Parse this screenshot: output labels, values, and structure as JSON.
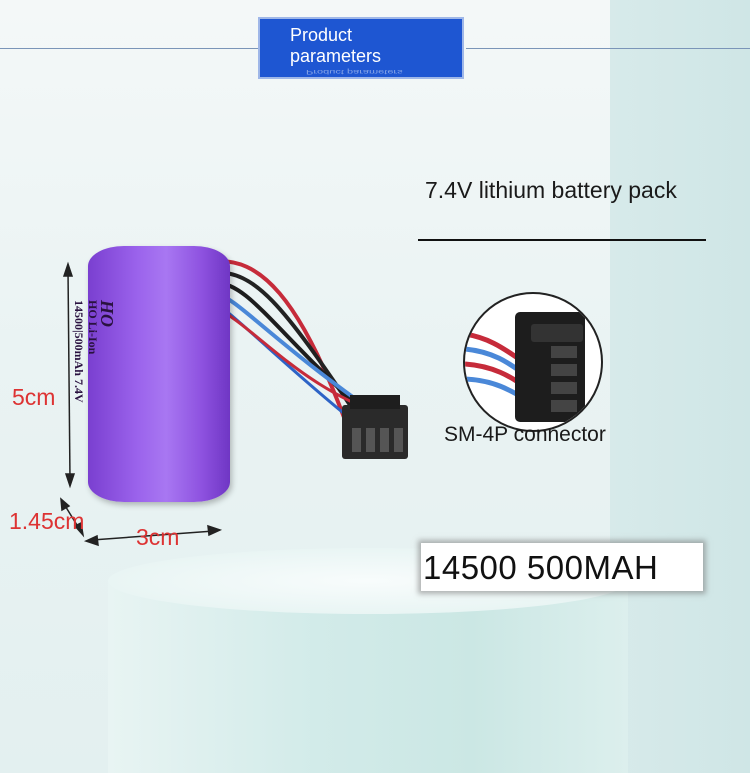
{
  "header": {
    "title": "Product parameters",
    "reflection": "Product parameters"
  },
  "product": {
    "name": "7.4V lithium battery pack"
  },
  "battery": {
    "brand_logo": "HO",
    "label_line1": "HO Li-Ion",
    "label_line2": "14500|500mAh 7.4V"
  },
  "dimensions": {
    "height": "5cm",
    "depth": "1.45cm",
    "width": "3cm"
  },
  "connector": {
    "label": "SM-4P connector"
  },
  "model": {
    "text": "14500 500MAH"
  },
  "colors": {
    "badge": "#1e56d2",
    "battery": "#9b63ec",
    "dimension_text": "#dd3333"
  }
}
